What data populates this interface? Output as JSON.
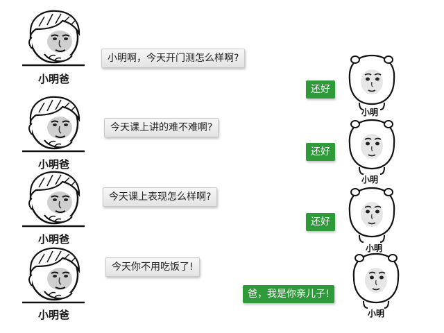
{
  "dad_name": "小明爸",
  "son_name": "小明",
  "messages": [
    {
      "dad": "小明啊，今天开门测怎么样啊?",
      "son": "还好"
    },
    {
      "dad": "今天课上讲的难不难啊?",
      "son": "还好"
    },
    {
      "dad": "今天课上表现怎么样啊?",
      "son": "还好"
    },
    {
      "dad": "今天你不用吃饭了!",
      "son": "爸，我是你亲儿子!"
    }
  ],
  "colors": {
    "green_bubble": "#2f9a3a",
    "gray_bubble": "#ececec"
  },
  "icons": {
    "dad_avatar": "dad-face-meme-icon",
    "son_avatar": "bear-face-meme-icon"
  }
}
